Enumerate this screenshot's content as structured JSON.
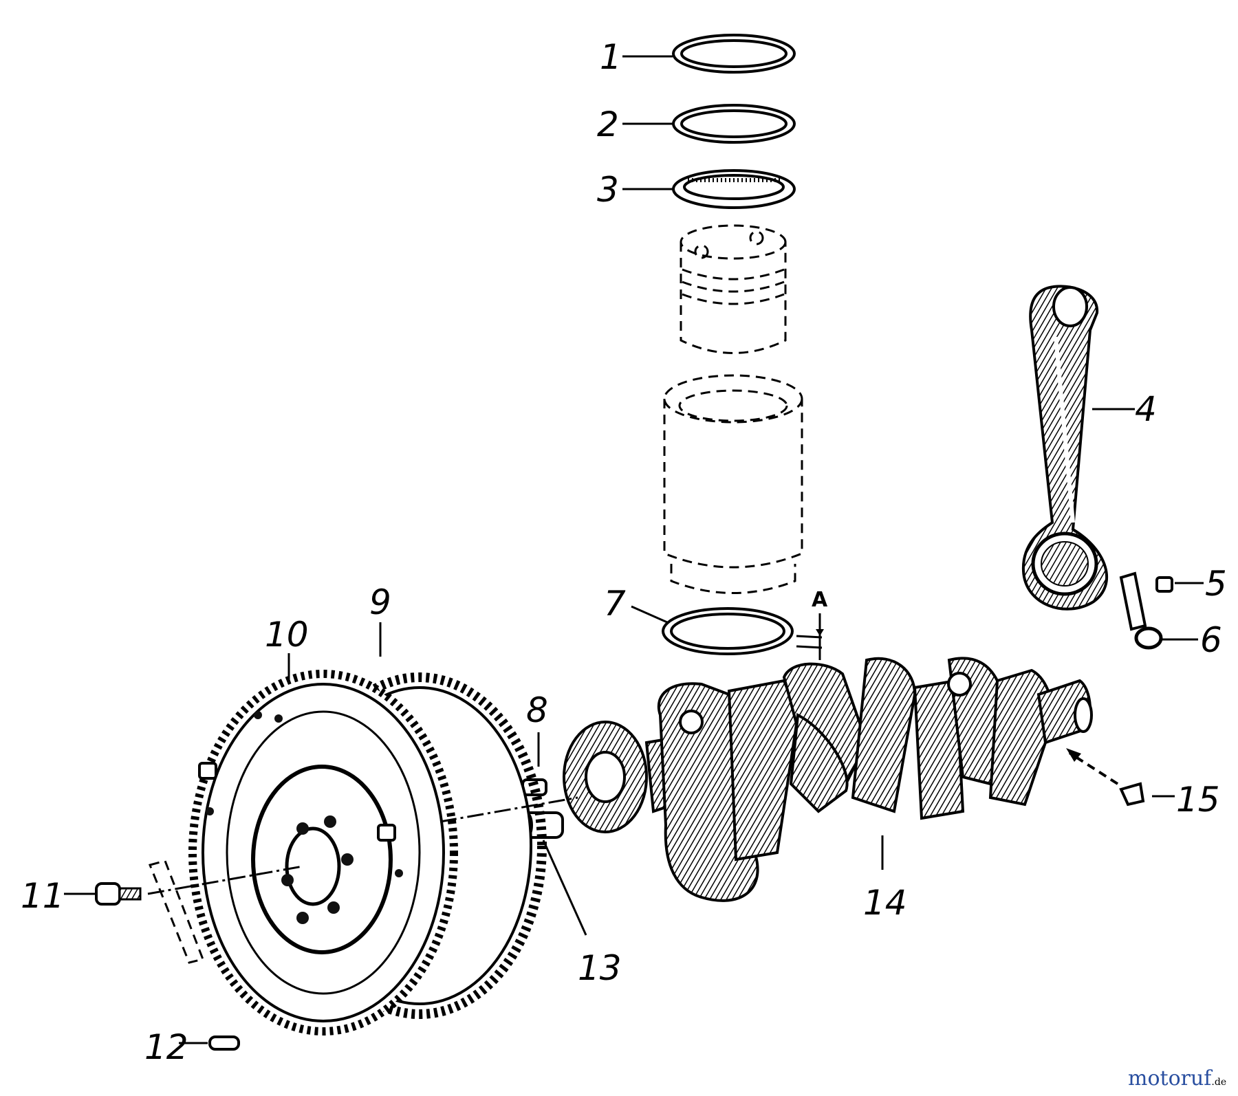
{
  "callouts": {
    "c1": "1",
    "c2": "2",
    "c3": "3",
    "c4": "4",
    "c5": "5",
    "c6": "6",
    "c7": "7",
    "c8": "8",
    "c9": "9",
    "c10": "10",
    "c11": "11",
    "c12": "12",
    "c13": "13",
    "c14": "14",
    "c15": "15",
    "cA": "A"
  },
  "watermark": {
    "text": "motoruf",
    "suffix": ".de",
    "color": "#2a4fa0"
  }
}
